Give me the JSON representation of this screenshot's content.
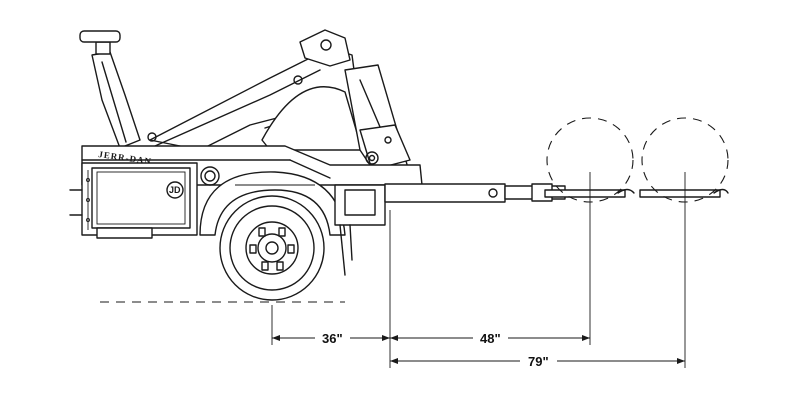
{
  "brand": {
    "logo_text": "JERR-DAN",
    "badge_text": "JD"
  },
  "dimensions": [
    {
      "label": "36\""
    },
    {
      "label": "48\""
    },
    {
      "label": "79\""
    }
  ],
  "colors": {
    "ink": "#1a1a1a",
    "background": "#ffffff"
  }
}
